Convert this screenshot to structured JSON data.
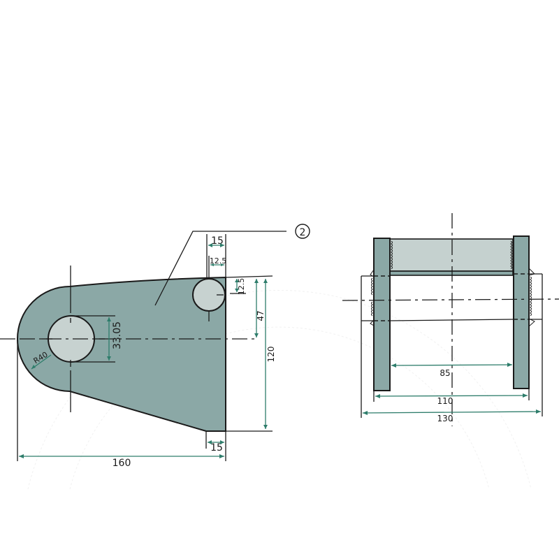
{
  "drawing": {
    "type": "technical-drawing",
    "colors": {
      "part_fill": "#8ba8a6",
      "hole_fill": "#c7d2d0",
      "tube_fill": "#c5d1cf",
      "line": "#1a1a1a",
      "dimension": "#2e7d6b",
      "background": "#ffffff"
    },
    "item_marker": "②",
    "front_view": {
      "dimensions": {
        "top_offset": "15",
        "hole_offset": "12.5",
        "hole_from_top": "12.5",
        "hole_to_center": "47",
        "total_height": "120",
        "main_hole_diameter": "33.05",
        "radius": "R40",
        "bottom_offset": "15",
        "total_length": "160"
      }
    },
    "side_view": {
      "dimensions": {
        "inner_width": "85",
        "plate_outer_width": "110",
        "overall_width": "130"
      }
    }
  }
}
